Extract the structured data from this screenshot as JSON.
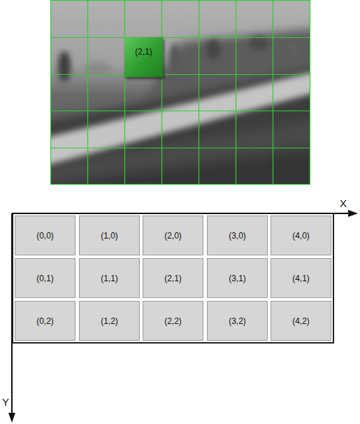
{
  "diagram": {
    "nodes": [
      {
        "text": [
          "(2,1)"
        ]
      },
      {
        "text": [
          "(0,0)"
        ]
      },
      {
        "text": [
          "(1,0)"
        ]
      },
      {
        "text": [
          "(2,0)"
        ]
      },
      {
        "text": [
          "(3,0)"
        ]
      },
      {
        "text": [
          "(4,0)"
        ]
      },
      {
        "text": [
          "(0,1)"
        ]
      },
      {
        "text": [
          "(1,1)"
        ]
      },
      {
        "text": [
          "(2,1)"
        ]
      },
      {
        "text": [
          "(3,1)"
        ]
      },
      {
        "text": [
          "(4,1)"
        ]
      },
      {
        "text": [
          "(0,2)"
        ]
      },
      {
        "text": [
          "(1,2)"
        ]
      },
      {
        "text": [
          "(2,2)"
        ]
      },
      {
        "text": [
          "(3,2)"
        ]
      },
      {
        "text": [
          "(4,2)"
        ]
      }
    ],
    "labels": [
      "X",
      "Y"
    ]
  }
}
